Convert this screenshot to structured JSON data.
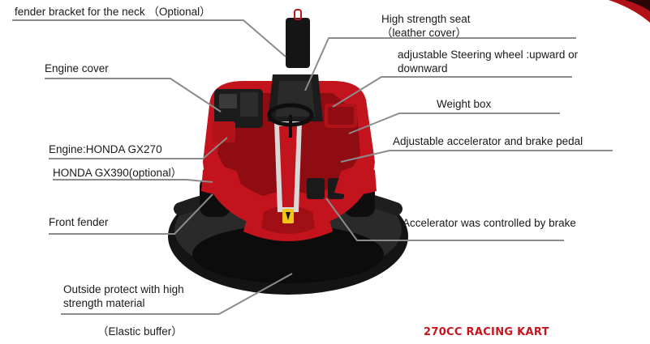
{
  "labels": {
    "fender_bracket": "fender bracket for the neck （Optional）",
    "seat_line1": "High strength seat",
    "seat_line2": "（leather cover）",
    "steering_line1": "adjustable Steering wheel :upward or",
    "steering_line2": "downward",
    "engine_cover": "Engine cover",
    "weight_box": "Weight box",
    "engine": "Engine:HONDA GX270",
    "engine_optional": "HONDA GX390(optional）",
    "pedal": "Adjustable accelerator and brake pedal",
    "front_fender": "Front fender",
    "accelerator": "Accelerator was controlled by brake",
    "outside_line1": "Outside protect with high",
    "outside_line2": "strength material",
    "elastic_buffer": "（Elastic buffer）"
  },
  "caption": "270CC RACING KART",
  "colors": {
    "kart_red": "#c3141e",
    "kart_dark_red": "#7d0a10",
    "bumper_black": "#141414",
    "caption_red": "#c8141c",
    "leader_line": "#8c8c8c"
  }
}
